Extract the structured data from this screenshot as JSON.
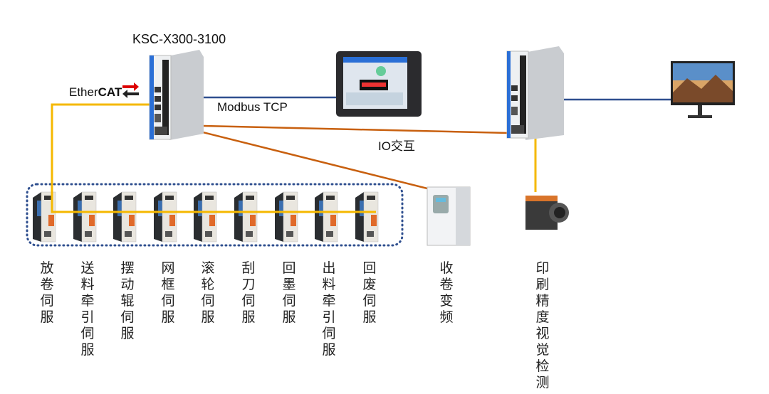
{
  "controller_title": "KSC-X300-3100",
  "ethercat_logo": {
    "ether": "Ether",
    "cat": "CAT"
  },
  "links": {
    "modbus": "Modbus TCP",
    "io": "IO交互"
  },
  "servos": [
    "放卷伺服",
    "送料牵引伺服",
    "摆动辊伺服",
    "网框伺服",
    "滚轮伺服",
    "刮刀伺服",
    "回墨伺服",
    "出料牵引伺服",
    "回废伺服"
  ],
  "vfd_label": "收卷变频",
  "vision_label": "印刷精度视觉检测",
  "colors": {
    "ethercat": "#f5b800",
    "modbus": "#2f4f8f",
    "io": "#c8600f",
    "accent": "#2a6fd6"
  }
}
